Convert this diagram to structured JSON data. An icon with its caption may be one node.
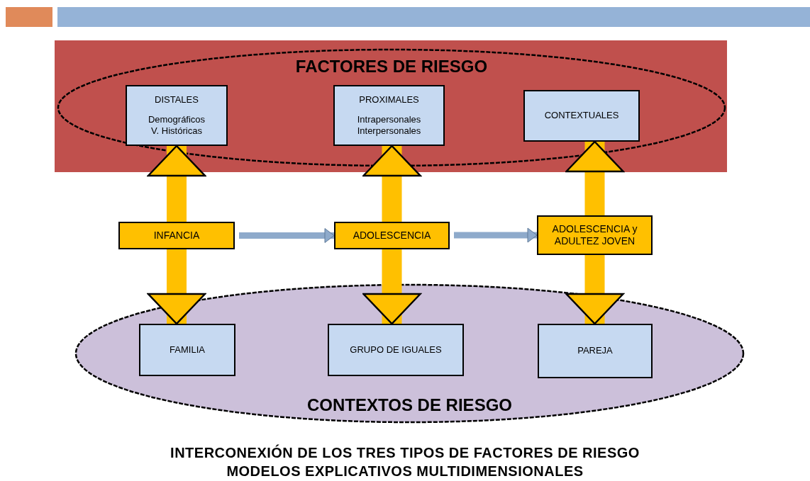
{
  "diagram": {
    "caption": "INTERCONEXIÓN DE LOS TRES TIPOS DE FACTORES DE RIESGO MODELOS EXPLICATIVOS MULTIDIMENSIONALES",
    "nodes": [
      {
        "text": [
          "FACTORES DE RIESGO"
        ]
      },
      {
        "text": [
          "DISTALES",
          "Demográficos V. Históricas"
        ],
        "in": 0
      },
      {
        "text": [
          "PROXIMALES",
          "Intrapersonales Interpersonales"
        ],
        "in": 0
      },
      {
        "text": [
          "CONTEXTUALES"
        ],
        "in": 0
      },
      {
        "text": [
          "INFANCIA"
        ]
      },
      {
        "text": [
          "ADOLESCENCIA"
        ]
      },
      {
        "text": [
          "ADOLESCENCIA y ADULTEZ JOVEN"
        ]
      },
      {
        "text": [
          "CONTEXTOS DE RIESGO"
        ]
      },
      {
        "text": [
          "FAMILIA"
        ],
        "in": 7
      },
      {
        "text": [
          "GRUPO DE IGUALES"
        ],
        "in": 7
      },
      {
        "text": [
          "PAREJA"
        ],
        "in": 7
      }
    ],
    "edges": [
      {
        "from": 4,
        "to": 1,
        "arrow": "to"
      },
      {
        "from": 4,
        "to": 8,
        "arrow": "to"
      },
      {
        "from": 5,
        "to": 2,
        "arrow": "to"
      },
      {
        "from": 5,
        "to": 9,
        "arrow": "to"
      },
      {
        "from": 6,
        "to": 3,
        "arrow": "to"
      },
      {
        "from": 6,
        "to": 10,
        "arrow": "to"
      },
      {
        "from": 4,
        "to": 5,
        "arrow": "to",
        "color": "#8eaacb"
      },
      {
        "from": 5,
        "to": 6,
        "arrow": "to",
        "color": "#8eaacb"
      }
    ]
  }
}
